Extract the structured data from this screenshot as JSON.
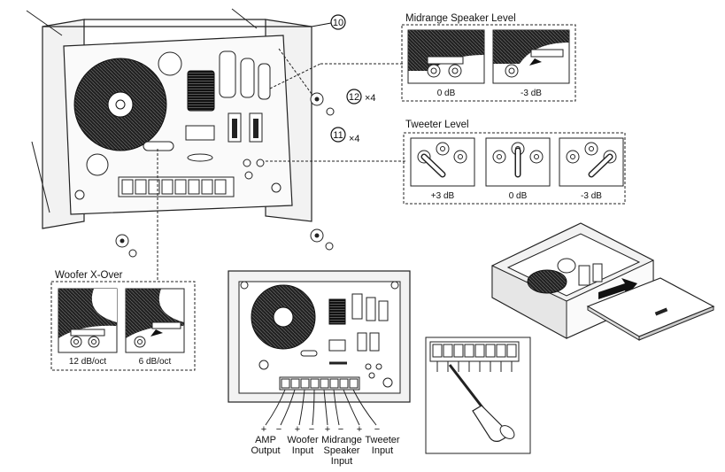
{
  "callouts": {
    "ten": "10",
    "twelve": "12",
    "twelve_qty": "×4",
    "eleven": "11",
    "eleven_qty": "×4"
  },
  "midrange": {
    "title": "Midrange Speaker Level",
    "options": [
      "0 dB",
      "-3 dB"
    ]
  },
  "tweeter": {
    "title": "Tweeter Level",
    "options": [
      "+3 dB",
      "0 dB",
      "-3 dB"
    ]
  },
  "woofer_xover": {
    "title": "Woofer X-Over",
    "options": [
      "12 dB/oct",
      "6 dB/oct"
    ]
  },
  "terminals": {
    "amp": [
      "AMP",
      "Output"
    ],
    "woofer": [
      "Woofer",
      "Input"
    ],
    "midrange": [
      "Midrange",
      "Speaker",
      "Input"
    ],
    "tweeter": [
      "Tweeter",
      "Input"
    ],
    "signs": [
      "+",
      "−",
      "+",
      "−",
      "+",
      "−",
      "+",
      "−"
    ]
  }
}
